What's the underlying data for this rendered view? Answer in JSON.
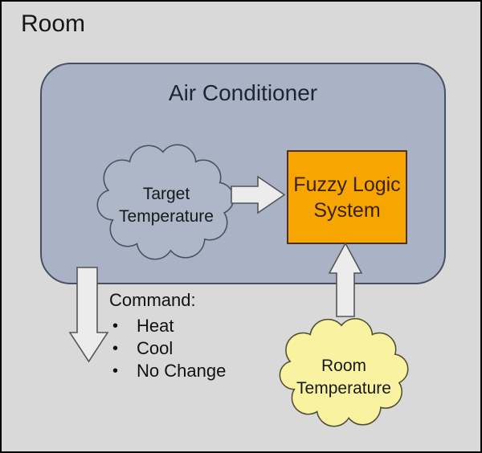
{
  "room_label": "Room",
  "air_conditioner": {
    "title": "Air Conditioner"
  },
  "target_cloud": {
    "line1": "Target",
    "line2": "Temperature"
  },
  "fuzzy_logic_box": {
    "line1": "Fuzzy Logic",
    "line2": "System"
  },
  "command": {
    "label": "Command:",
    "bullet": "•",
    "items": [
      "Heat",
      "Cool",
      "No Change"
    ]
  },
  "room_cloud": {
    "line1": "Room",
    "line2": "Temperature"
  },
  "colors": {
    "background": "#d9d9d9",
    "outer_border": "#000000",
    "air_conditioner_fill": "#a9b3c5",
    "air_conditioner_border": "#46505e",
    "fuzzy_box_fill": "#f7a501",
    "fuzzy_box_border": "#4c3018",
    "fuzzy_box_text": "#3a2313",
    "target_cloud_fill": "#adb7c7",
    "target_cloud_stroke": "#46505e",
    "room_cloud_fill": "#f9f3a1",
    "room_cloud_stroke": "#4c4c30",
    "arrow_fill": "#ececec",
    "arrow_stroke": "#555555"
  }
}
